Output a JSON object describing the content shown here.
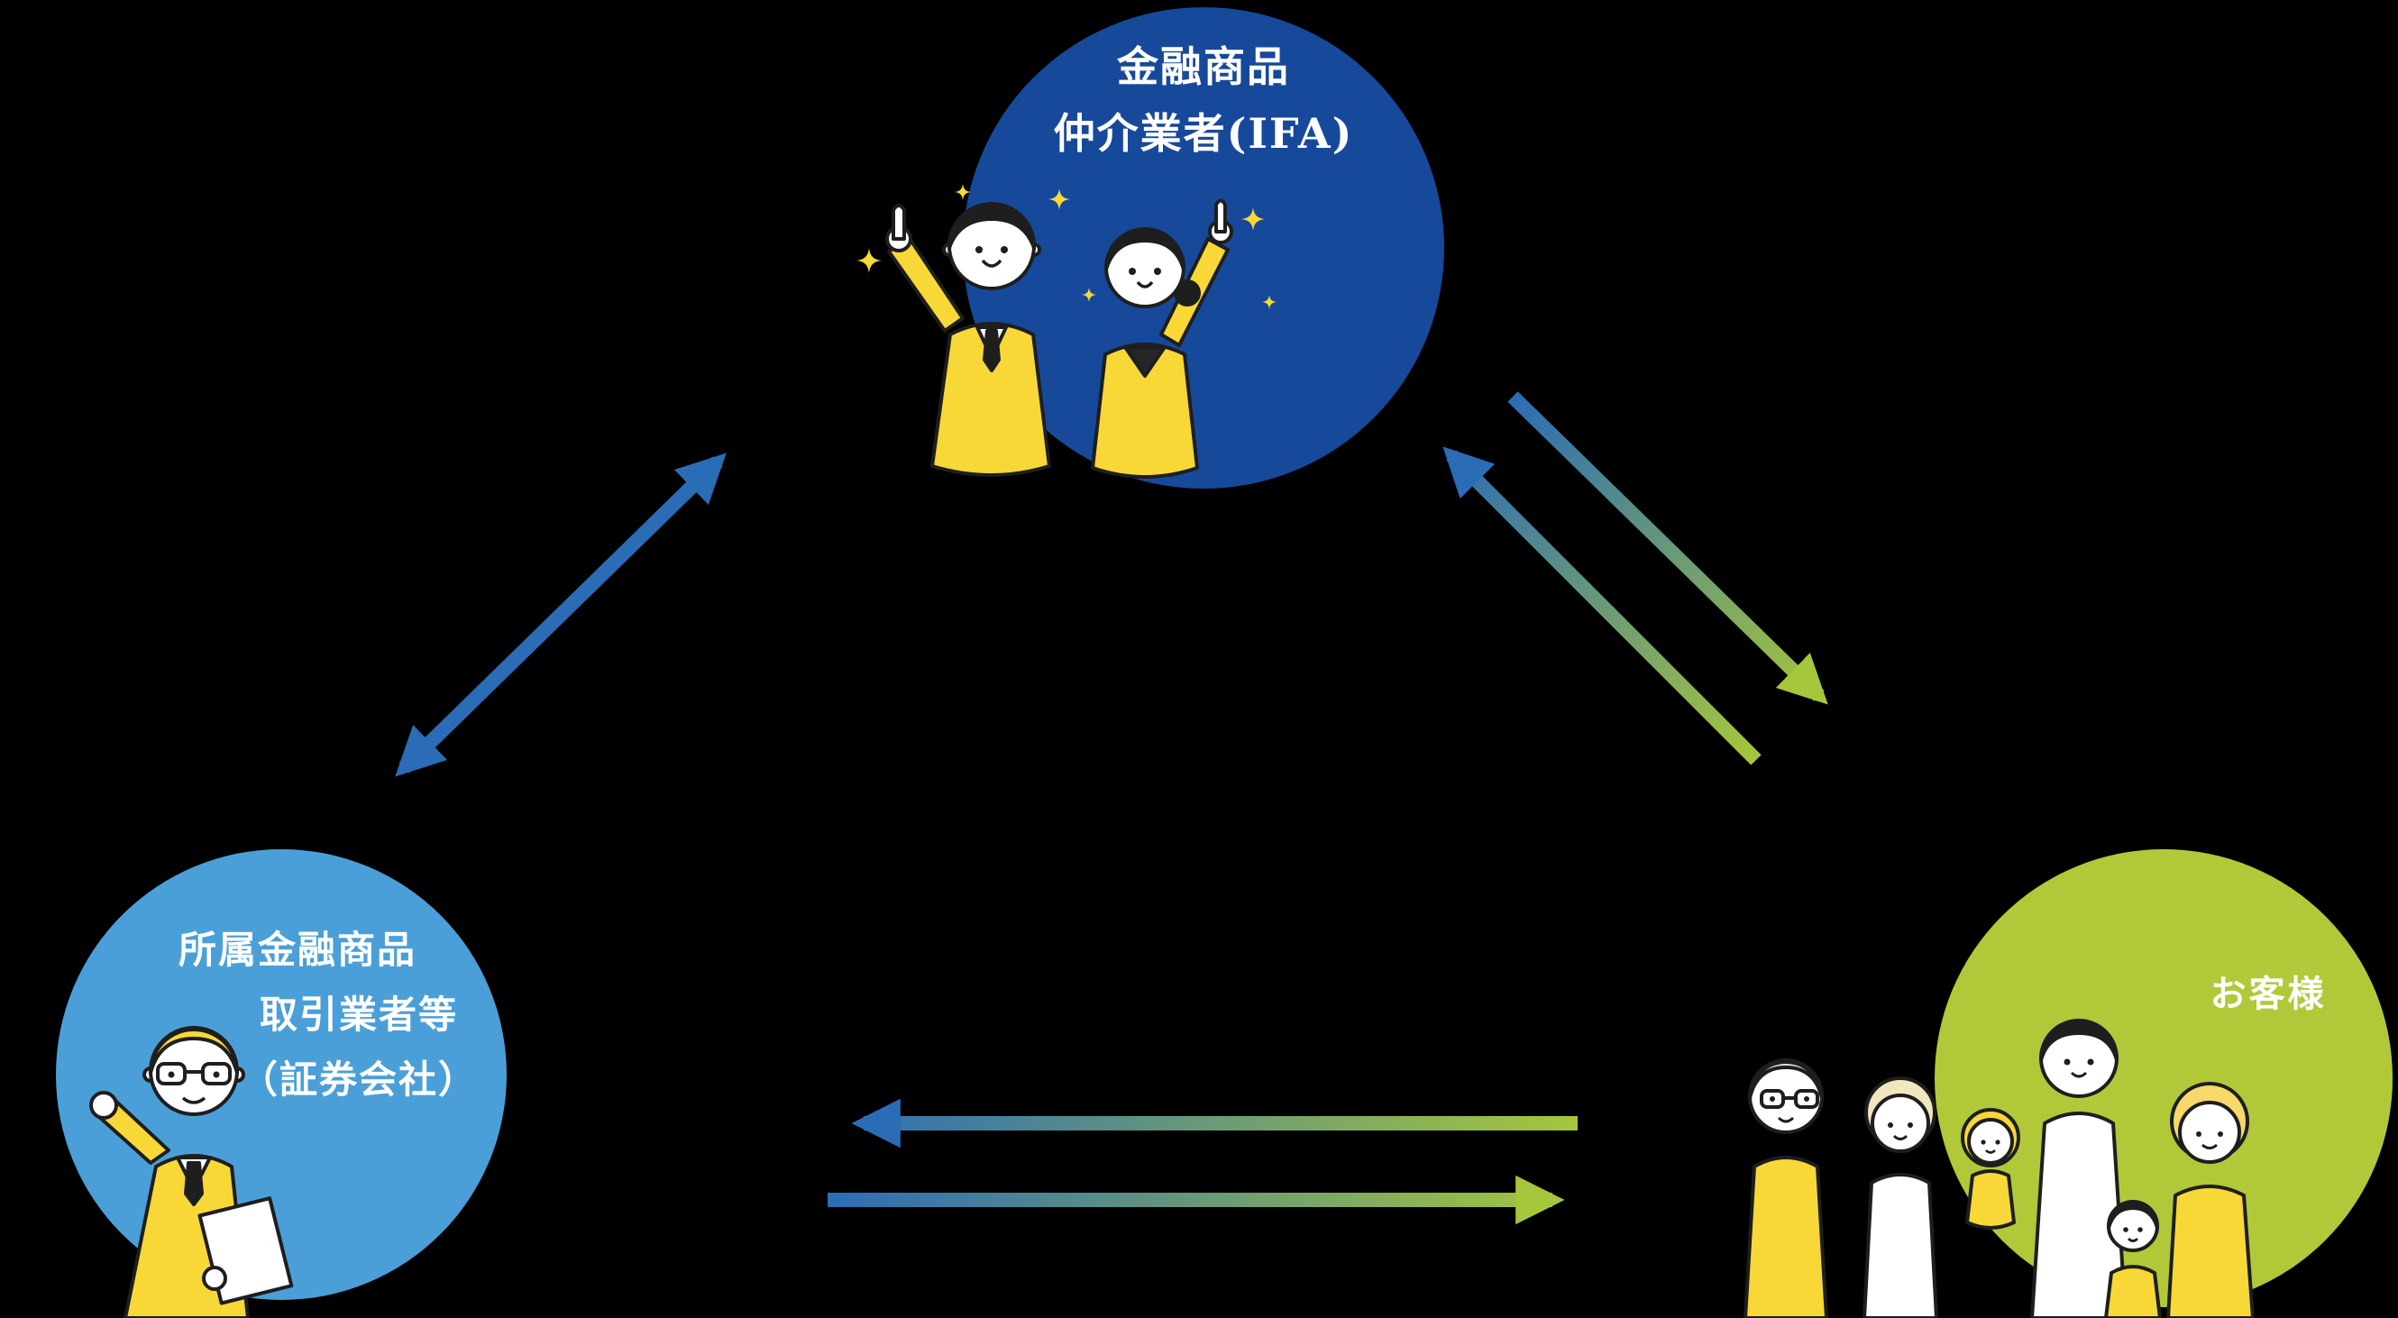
{
  "diagram_title": "IFA relationship diagram",
  "nodes": {
    "ifa": {
      "line1": "金融商品",
      "line2": "仲介業者(IFA)"
    },
    "securities": {
      "line1": "所属金融商品",
      "line2": "取引業者等",
      "line3": "（証券会社）"
    },
    "customer": {
      "label": "お客様"
    }
  },
  "arrows": [
    {
      "name": "securities-ifa",
      "style": "double-headed",
      "color": "blue"
    },
    {
      "name": "customer-to-ifa",
      "style": "single",
      "gradient": "blue-to-green"
    },
    {
      "name": "ifa-to-customer",
      "style": "single",
      "gradient": "blue-to-green"
    },
    {
      "name": "customer-to-securities",
      "style": "single-left",
      "gradient": "blue-to-green"
    },
    {
      "name": "securities-to-customer",
      "style": "single-right",
      "gradient": "blue-to-green"
    }
  ],
  "colors": {
    "background": "#000000",
    "node_ifa": "#17499b",
    "node_securities": "#4b9fd8",
    "node_customer": "#b1c939",
    "arrow_blue": "#2b6cb6",
    "arrow_green": "#a6c63b",
    "figure_yellow": "#f8d837",
    "figure_outline": "#1e1e1e",
    "hair_gray": "#dcdcdc",
    "hair_cream": "#f2e6c0",
    "hair_blonde": "#f6d86b",
    "label_text": "#ffffff"
  }
}
